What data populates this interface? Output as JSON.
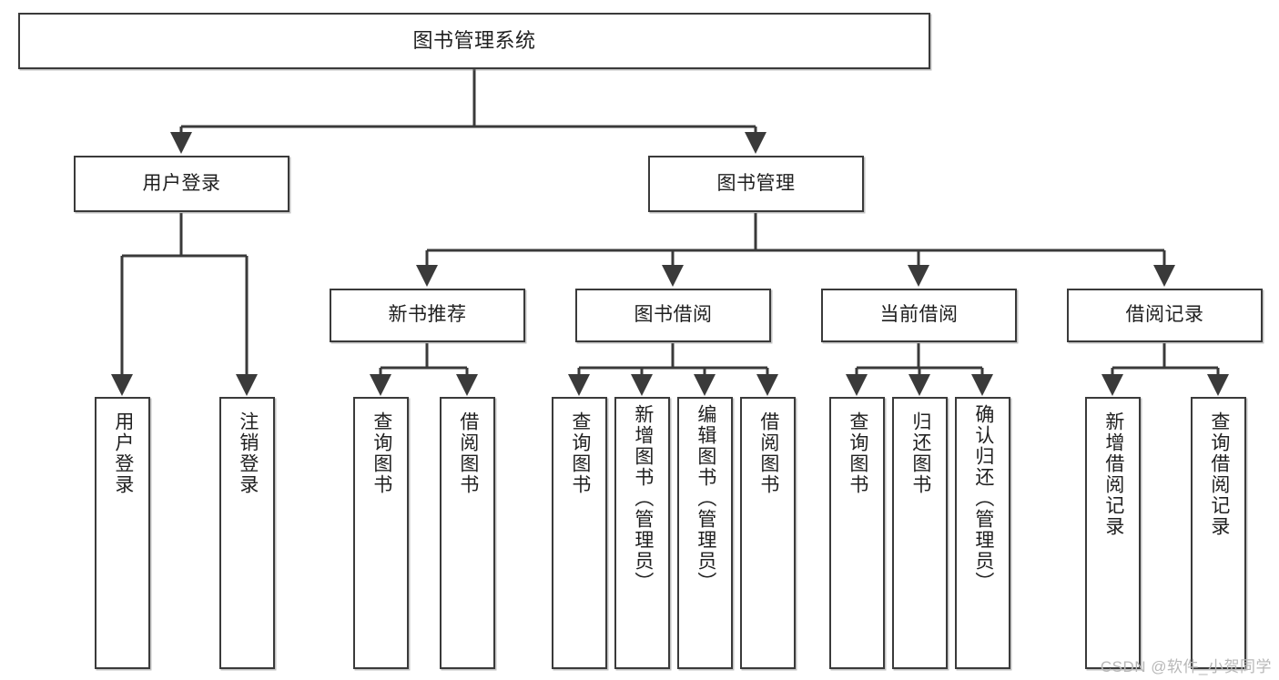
{
  "diagram": {
    "title": "图书管理系统",
    "watermark": "CSDN @软件_小贺同学",
    "line_color": "#3a3a3a",
    "box_fill": "#ffffff",
    "text_color": "#202020",
    "levels": {
      "root": "图书管理系统",
      "level2": [
        "用户登录",
        "图书管理"
      ],
      "level3": [
        "新书推荐",
        "图书借阅",
        "当前借阅",
        "借阅记录"
      ]
    },
    "nodes": {
      "root": {
        "label": "图书管理系统"
      },
      "user_login": {
        "label": "用户登录"
      },
      "book_manage": {
        "label": "图书管理"
      },
      "new_book_rec": {
        "label": "新书推荐"
      },
      "book_borrow": {
        "label": "图书借阅"
      },
      "current_borrow": {
        "label": "当前借阅"
      },
      "borrow_record": {
        "label": "借阅记录"
      },
      "leaf_user_login": {
        "label": "用户登录"
      },
      "leaf_logout": {
        "label": "注销登录"
      },
      "leaf_query_book_1": {
        "label": "查询图书"
      },
      "leaf_borrow_book_1": {
        "label": "借阅图书"
      },
      "leaf_query_book_2": {
        "label": "查询图书"
      },
      "leaf_add_book_admin": {
        "label": "新增图书（管理员）"
      },
      "leaf_edit_book_admin": {
        "label": "编辑图书（管理员）"
      },
      "leaf_borrow_book_2": {
        "label": "借阅图书"
      },
      "leaf_query_book_3": {
        "label": "查询图书"
      },
      "leaf_return_book": {
        "label": "归还图书"
      },
      "leaf_confirm_return_admin": {
        "label": "确认归还（管理员）"
      },
      "leaf_add_borrow_record": {
        "label": "新增借阅记录"
      },
      "leaf_query_borrow_record": {
        "label": "查询借阅记录"
      }
    },
    "tree": {
      "name": "图书管理系统",
      "children": [
        {
          "name": "用户登录",
          "children": [
            {
              "name": "用户登录"
            },
            {
              "name": "注销登录"
            }
          ]
        },
        {
          "name": "图书管理",
          "children": [
            {
              "name": "新书推荐",
              "children": [
                {
                  "name": "查询图书"
                },
                {
                  "name": "借阅图书"
                }
              ]
            },
            {
              "name": "图书借阅",
              "children": [
                {
                  "name": "查询图书"
                },
                {
                  "name": "新增图书（管理员）"
                },
                {
                  "name": "编辑图书（管理员）"
                },
                {
                  "name": "借阅图书"
                }
              ]
            },
            {
              "name": "当前借阅",
              "children": [
                {
                  "name": "查询图书"
                },
                {
                  "name": "归还图书"
                },
                {
                  "name": "确认归还（管理员）"
                }
              ]
            },
            {
              "name": "借阅记录",
              "children": [
                {
                  "name": "新增借阅记录"
                },
                {
                  "name": "查询借阅记录"
                }
              ]
            }
          ]
        }
      ]
    }
  }
}
